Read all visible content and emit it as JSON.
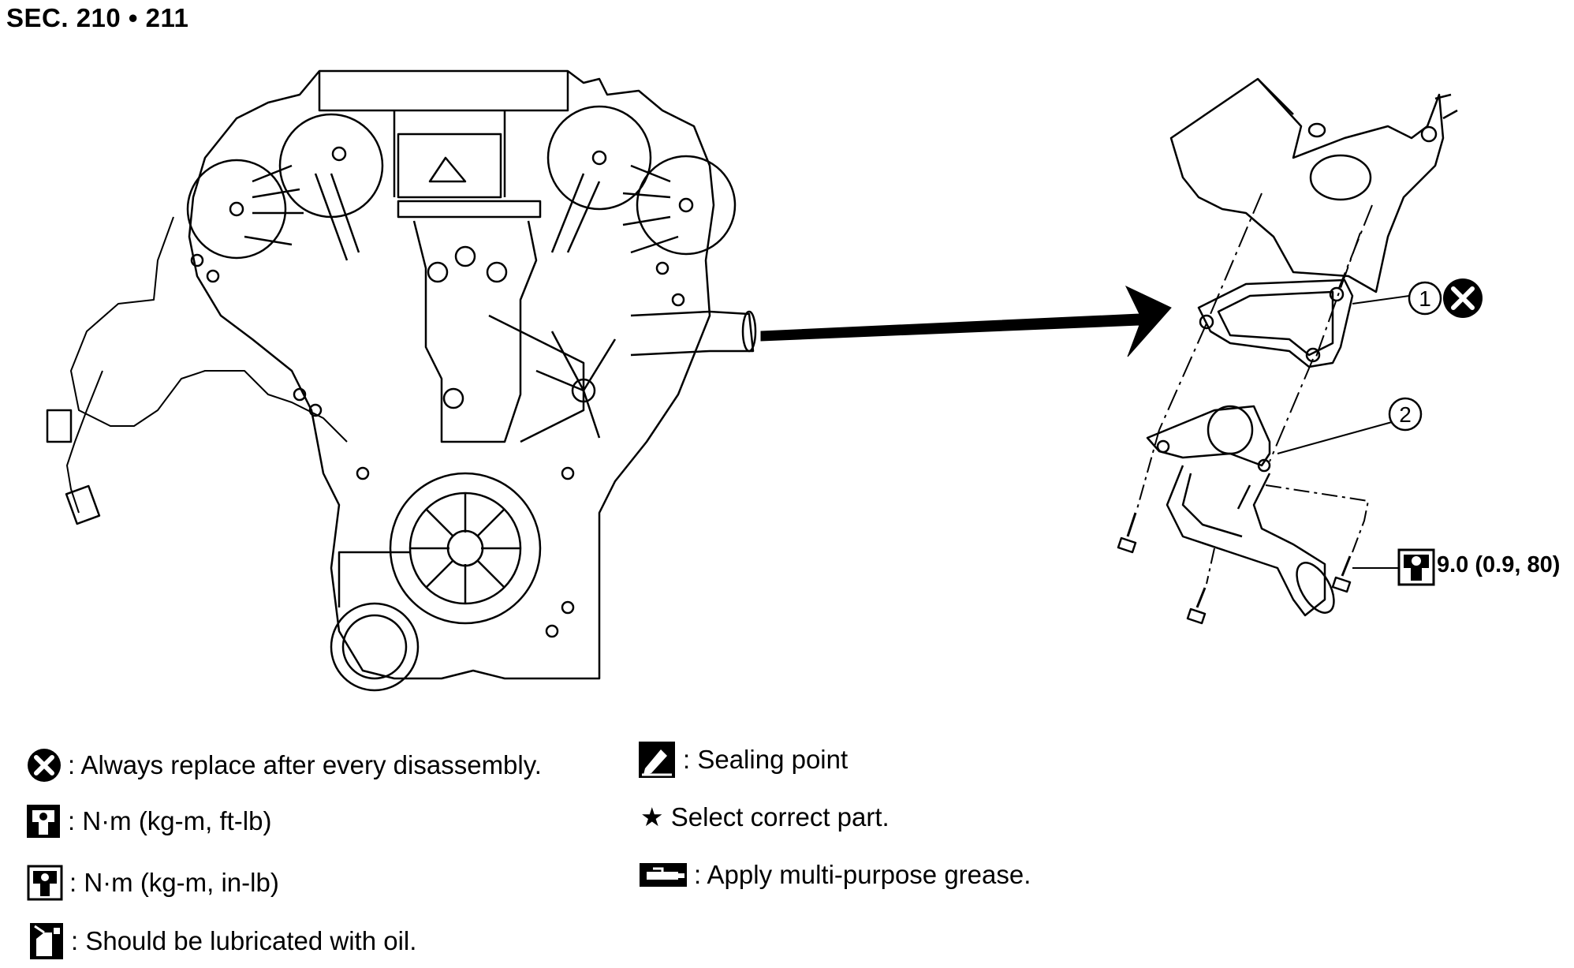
{
  "header": {
    "section": "SEC. 210 • 211"
  },
  "callouts": [
    {
      "number": "1",
      "symbol": "replace-after-disassembly-icon"
    },
    {
      "number": "2"
    }
  ],
  "torque_spec": {
    "value": "9.0 (0.9, 80)",
    "symbol": "torque-in-lb-icon"
  },
  "legend": {
    "left": [
      {
        "icon": "replace-x-icon",
        "text": ": Always replace after every disassembly."
      },
      {
        "icon": "torque-ft-lb-icon",
        "text": ": N·m (kg-m, ft-lb)"
      },
      {
        "icon": "torque-in-lb-icon",
        "text": ": N·m (kg-m, in-lb)"
      },
      {
        "icon": "oil-can-icon",
        "text": ": Should be lubricated with oil."
      }
    ],
    "right": [
      {
        "icon": "sealing-point-icon",
        "text": ": Sealing point"
      },
      {
        "icon": "star-icon",
        "text": "★ Select correct part."
      },
      {
        "icon": "grease-gun-icon",
        "text": ": Apply multi-purpose grease."
      }
    ]
  }
}
